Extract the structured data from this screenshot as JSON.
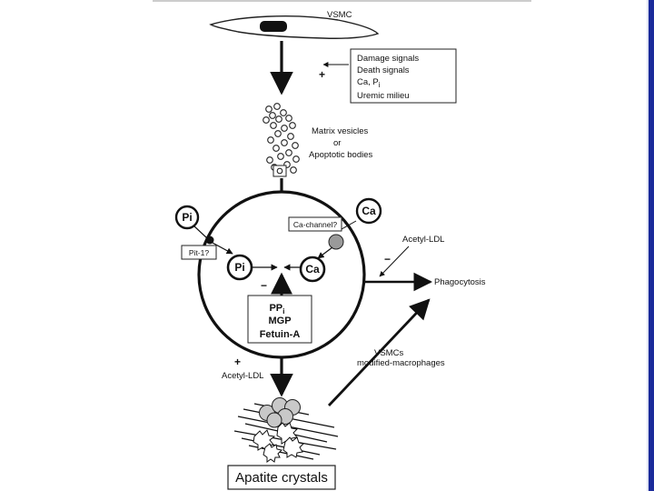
{
  "diagram": {
    "cell_label": "VSMC",
    "stimuli": [
      "Damage signals",
      "Death signals",
      "Ca, P",
      "Uremic milieu"
    ],
    "stimuli_sub": "i",
    "stimuli_sign": "+",
    "vesicles_label": [
      "Matrix vesicles",
      "or",
      "Apoptotic bodies"
    ],
    "pi_outside": "Pi",
    "pit1_label": "Pit-1?",
    "ca_outside": "Ca",
    "ca_channel_label": "Ca-channel?",
    "pi_inside": "Pi",
    "ca_inside": "Ca",
    "inhibition_sign": "−",
    "inhibitors": [
      "PP",
      "MGP",
      "Fetuin-A"
    ],
    "inhibitors_sub": "i",
    "acetyl_ldl_top": "Acetyl-LDL",
    "acetyl_ldl_top_sign": "−",
    "phagocytosis_label": "Phagocytosis",
    "acetyl_ldl_bottom": "Acetyl-LDL",
    "acetyl_ldl_bottom_sign": "+",
    "macrophage_label": [
      "VSMCs",
      "modified-macrophages"
    ],
    "apatite_label": "Apatite crystals"
  }
}
